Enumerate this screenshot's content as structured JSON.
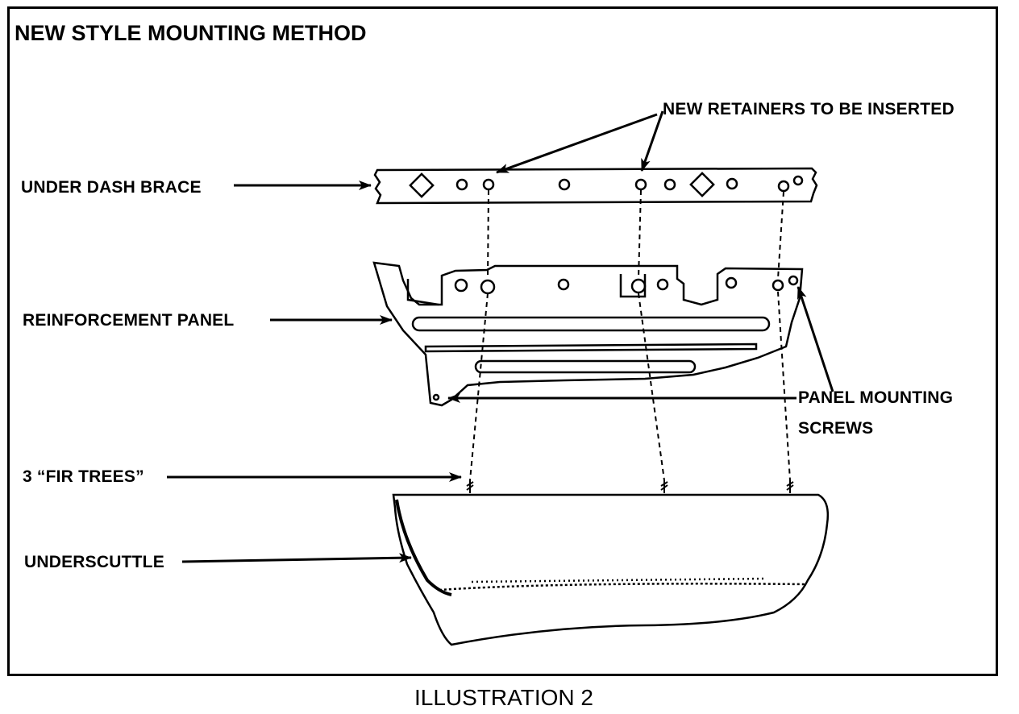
{
  "title": "NEW STYLE MOUNTING METHOD",
  "labels": {
    "retainers": "NEW RETAINERS TO BE INSERTED",
    "brace": "UNDER DASH BRACE",
    "reinforcement": "REINFORCEMENT PANEL",
    "panel_screws_line1": "PANEL MOUNTING",
    "panel_screws_line2": "SCREWS",
    "fir_trees": "3 “FIR TREES”",
    "underscuttle": "UNDERSCUTTLE"
  },
  "caption": "ILLUSTRATION 2",
  "colors": {
    "ink": "#000000",
    "paper": "#ffffff"
  }
}
